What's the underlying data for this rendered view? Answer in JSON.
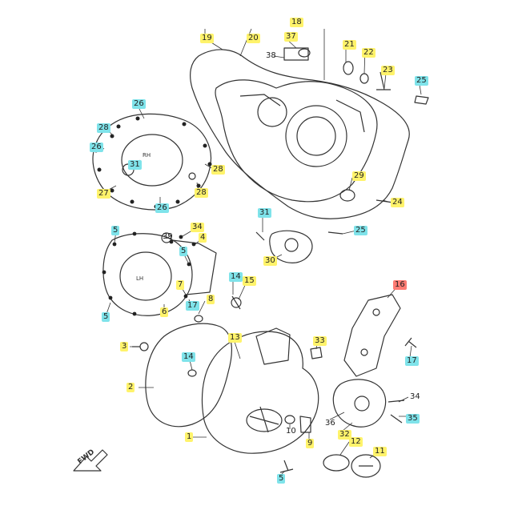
{
  "fwd_label": "FWD",
  "colors": {
    "yellow": "#fff36b",
    "cyan": "#7fe3ea",
    "red": "#ff7b73",
    "line": "#333333"
  },
  "callouts": [
    {
      "id": "c18",
      "text": "18",
      "hl": "yellow"
    },
    {
      "id": "c19",
      "text": "19",
      "hl": "yellow"
    },
    {
      "id": "c20",
      "text": "20",
      "hl": "yellow"
    },
    {
      "id": "c37",
      "text": "37",
      "hl": "yellow"
    },
    {
      "id": "c21",
      "text": "21",
      "hl": "yellow"
    },
    {
      "id": "c22",
      "text": "22",
      "hl": "yellow"
    },
    {
      "id": "c38",
      "text": "38",
      "hl": "plain"
    },
    {
      "id": "c23",
      "text": "23",
      "hl": "yellow"
    },
    {
      "id": "c25a",
      "text": "25",
      "hl": "cyan"
    },
    {
      "id": "c26a",
      "text": "26",
      "hl": "cyan"
    },
    {
      "id": "c28a",
      "text": "28",
      "hl": "cyan"
    },
    {
      "id": "c26b",
      "text": "26",
      "hl": "cyan"
    },
    {
      "id": "c31a",
      "text": "31",
      "hl": "cyan"
    },
    {
      "id": "c28b",
      "text": "28",
      "hl": "yellow"
    },
    {
      "id": "c27",
      "text": "27",
      "hl": "yellow"
    },
    {
      "id": "c28c",
      "text": "28",
      "hl": "yellow"
    },
    {
      "id": "c26c",
      "text": "26",
      "hl": "cyan"
    },
    {
      "id": "c29",
      "text": "29",
      "hl": "yellow"
    },
    {
      "id": "c24",
      "text": "24",
      "hl": "yellow"
    },
    {
      "id": "c31b",
      "text": "31",
      "hl": "cyan"
    },
    {
      "id": "c25b",
      "text": "25",
      "hl": "cyan"
    },
    {
      "id": "c30",
      "text": "30",
      "hl": "yellow"
    },
    {
      "id": "c5a",
      "text": "5",
      "hl": "cyan"
    },
    {
      "id": "c39",
      "text": "39",
      "hl": "plain"
    },
    {
      "id": "c34a",
      "text": "34",
      "hl": "yellow"
    },
    {
      "id": "c4",
      "text": "4",
      "hl": "yellow"
    },
    {
      "id": "c5b",
      "text": "5",
      "hl": "cyan"
    },
    {
      "id": "c7",
      "text": "7",
      "hl": "yellow"
    },
    {
      "id": "c17a",
      "text": "17",
      "hl": "cyan"
    },
    {
      "id": "c6",
      "text": "6",
      "hl": "yellow"
    },
    {
      "id": "c5c",
      "text": "5",
      "hl": "cyan"
    },
    {
      "id": "c14a",
      "text": "14",
      "hl": "cyan"
    },
    {
      "id": "c15",
      "text": "15",
      "hl": "yellow"
    },
    {
      "id": "c8",
      "text": "8",
      "hl": "yellow"
    },
    {
      "id": "c16",
      "text": "16",
      "hl": "red"
    },
    {
      "id": "c3",
      "text": "3",
      "hl": "yellow"
    },
    {
      "id": "c13",
      "text": "13",
      "hl": "yellow"
    },
    {
      "id": "c14b",
      "text": "14",
      "hl": "cyan"
    },
    {
      "id": "c33",
      "text": "33",
      "hl": "yellow"
    },
    {
      "id": "c17b",
      "text": "17",
      "hl": "cyan"
    },
    {
      "id": "c2",
      "text": "2",
      "hl": "yellow"
    },
    {
      "id": "c34b",
      "text": "34",
      "hl": "plain"
    },
    {
      "id": "c35",
      "text": "35",
      "hl": "cyan"
    },
    {
      "id": "c36",
      "text": "36",
      "hl": "plain"
    },
    {
      "id": "c32",
      "text": "32",
      "hl": "yellow"
    },
    {
      "id": "c10",
      "text": "10",
      "hl": "plain"
    },
    {
      "id": "c9",
      "text": "9",
      "hl": "yellow"
    },
    {
      "id": "c1",
      "text": "1",
      "hl": "yellow"
    },
    {
      "id": "c12",
      "text": "12",
      "hl": "yellow"
    },
    {
      "id": "c11",
      "text": "11",
      "hl": "yellow"
    },
    {
      "id": "c5d",
      "text": "5",
      "hl": "cyan"
    }
  ],
  "cover_labels": {
    "rh": "RH",
    "lh": "LH"
  }
}
